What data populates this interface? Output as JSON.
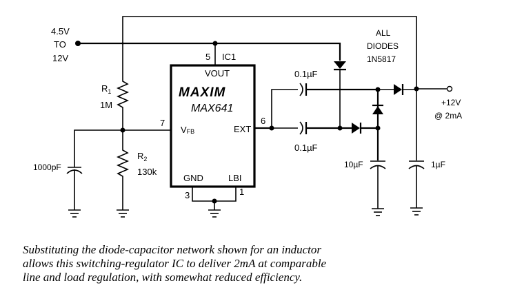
{
  "diagram": {
    "type": "schematic",
    "title": "Diode-capacitor charge pump with MAX641",
    "input": {
      "label_line1": "4.5V",
      "label_line2": "TO",
      "label_line3": "12V"
    },
    "ic": {
      "ref": "IC1",
      "brand": "MAXIM",
      "part": "MAX641",
      "pins": {
        "vout": {
          "number": "5",
          "name": "VOUT"
        },
        "vfb": {
          "number": "7",
          "name_main": "V",
          "name_sub": "FB"
        },
        "ext": {
          "number": "6",
          "name": "EXT"
        },
        "gnd": {
          "number": "3",
          "name": "GND"
        },
        "lbi": {
          "number": "1",
          "name": "LBI"
        }
      }
    },
    "components": {
      "r1": {
        "ref_main": "R",
        "ref_sub": "1",
        "value": "1M"
      },
      "r2": {
        "ref_main": "R",
        "ref_sub": "2",
        "value": "130k"
      },
      "c_fb": {
        "value": "1000pF"
      },
      "c_pump_top": {
        "value": "0.1µF"
      },
      "c_pump_bottom": {
        "value": "0.1µF"
      },
      "c_10u": {
        "value": "10µF"
      },
      "c_out": {
        "value": "1µF"
      },
      "diodes_note_line1": "ALL",
      "diodes_note_line2": "DIODES",
      "diodes_note_line3": "1N5817"
    },
    "output": {
      "label_line1": "+12V",
      "label_line2": "@ 2mA"
    }
  },
  "caption": {
    "line1": "Substituting the diode-capacitor network shown for an inductor",
    "line2": "allows this switching-regulator IC to deliver 2mA at comparable",
    "line3": "line and load regulation, with somewhat reduced efficiency."
  }
}
